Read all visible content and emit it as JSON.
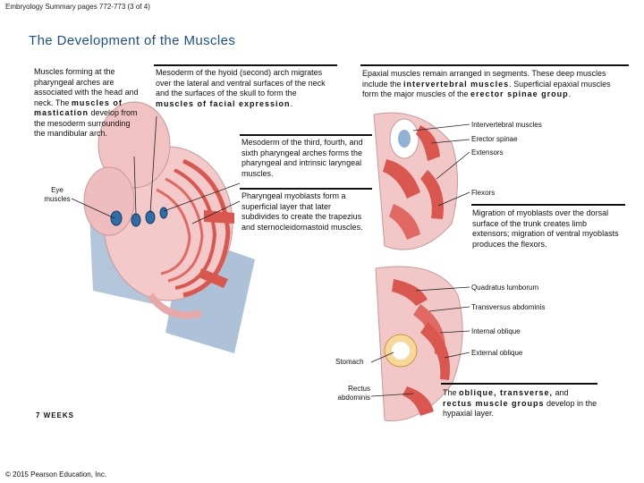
{
  "header": "Embryology Summary pages 772-773 (3 of 4)",
  "title": "The Development of the Muscles",
  "block_arches": {
    "pre": "Muscles forming at the pharyngeal arches are associated with the head and neck. The ",
    "bold": "muscles of mastication",
    "post": " develop from the mesoderm surrounding the mandibular arch."
  },
  "block_hyoid": {
    "pre": "Mesoderm of the hyoid (second) arch migrates over the lateral and ventral surfaces of the neck and the surfaces of the skull to form the ",
    "bold": "muscles of facial expression",
    "post": "."
  },
  "block_epaxial": {
    "pre": "Epaxial muscles remain arranged in segments. These deep muscles include the ",
    "bold1": "intervertebral muscles",
    "mid": ". Superficial epaxial muscles form the major muscles of the ",
    "bold2": "erector spinae group",
    "post": "."
  },
  "block_third_arch": "Mesoderm of the third, fourth, and sixth pharyngeal arches forms the pharyngeal and intrinsic laryngeal muscles.",
  "block_pharyngeal": "Pharyngeal myoblasts form a superficial layer that later subdivides to create the trapezius and sternocleidomastoid muscles.",
  "block_migration": "Migration of myoblasts over the dorsal surface of the trunk creates limb extensors; migration of ventral myoblasts produces the flexors.",
  "block_hypaxial": {
    "b1": "oblique, transverse,",
    "pre": "The ",
    "mid": " and ",
    "b2": "rectus muscle groups",
    "post": " develop in the hypaxial layer."
  },
  "labels": {
    "eye_muscles": "Eye muscles",
    "weeks": "7 WEEKS",
    "intervertebral": "Intervertebral muscles",
    "erector": "Erector spinae",
    "extensors": "Extensors",
    "flexors": "Flexors",
    "quadratus": "Quadratus lumborum",
    "transversus": "Transversus abdominis",
    "internal": "Internal oblique",
    "external": "External oblique",
    "stomach": "Stomach",
    "rectus": "Rectus abdominis"
  },
  "copyright": "© 2015 Pearson Education, Inc.",
  "colors": {
    "title": "#1d4f8f",
    "muscle": "#d9574f",
    "skin": "#f2c7c7",
    "embryo": "#f3c9c9",
    "plane": "#9fb7d2"
  }
}
